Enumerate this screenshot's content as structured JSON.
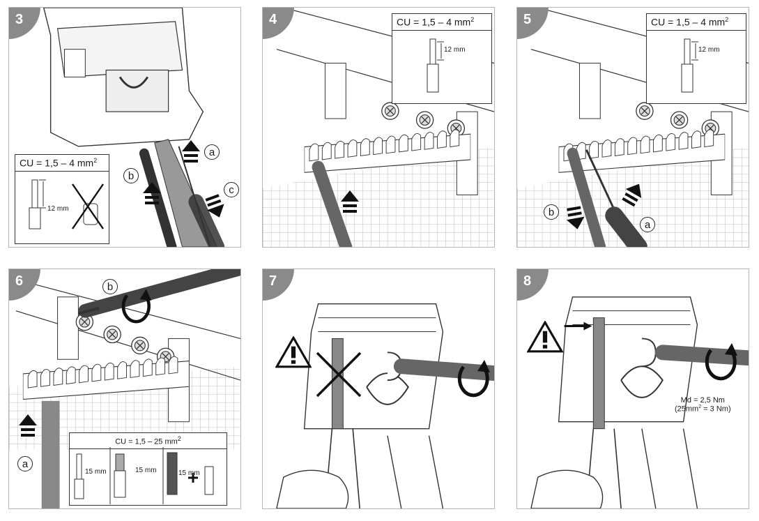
{
  "panels": [
    {
      "step": "3",
      "spec": {
        "label": "CU = 1,5 – 4 mm",
        "exp": "2",
        "dims": [
          "12 mm"
        ]
      },
      "callouts": [
        "a",
        "b",
        "c"
      ]
    },
    {
      "step": "4",
      "spec": {
        "label": "CU = 1,5 – 4 mm",
        "exp": "2",
        "dims": [
          "12 mm"
        ]
      },
      "callouts": []
    },
    {
      "step": "5",
      "spec": {
        "label": "CU = 1,5 – 4 mm",
        "exp": "2",
        "dims": [
          "12 mm"
        ]
      },
      "callouts": [
        "a",
        "b"
      ]
    },
    {
      "step": "6",
      "spec": {
        "label": "CU = 1,5 – 25 mm",
        "exp": "2",
        "dims": [
          "15 mm",
          "15 mm",
          "15 mm"
        ]
      },
      "callouts": [
        "a",
        "b"
      ]
    },
    {
      "step": "7",
      "callouts": []
    },
    {
      "step": "8",
      "torque": {
        "line1": "Md = 2,5 Nm",
        "line2_pre": "(25mm",
        "line2_exp": "2",
        "line2_post": " = 3 Nm)"
      },
      "callouts": []
    }
  ],
  "icons": [
    "warning-triangle-icon",
    "prohibited-cross-icon",
    "rotation-arrow-icon",
    "direction-arrow-icon",
    "plus-icon"
  ]
}
